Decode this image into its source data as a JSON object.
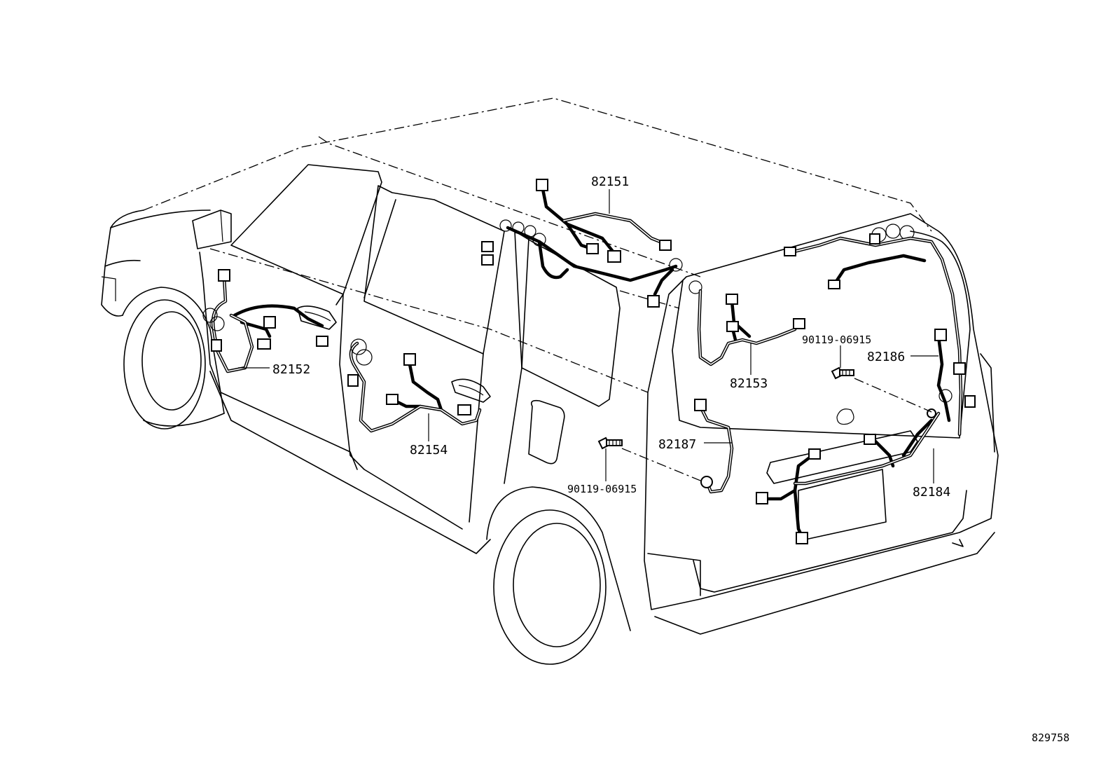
{
  "parts": {
    "p82151": "82151",
    "p82152": "82152",
    "p82153": "82153",
    "p82154": "82154",
    "p82184": "82184",
    "p82186": "82186",
    "p82187": "82187",
    "bolt_left": "90119-06915",
    "bolt_right": "90119-06915"
  },
  "reference_number": "829758"
}
